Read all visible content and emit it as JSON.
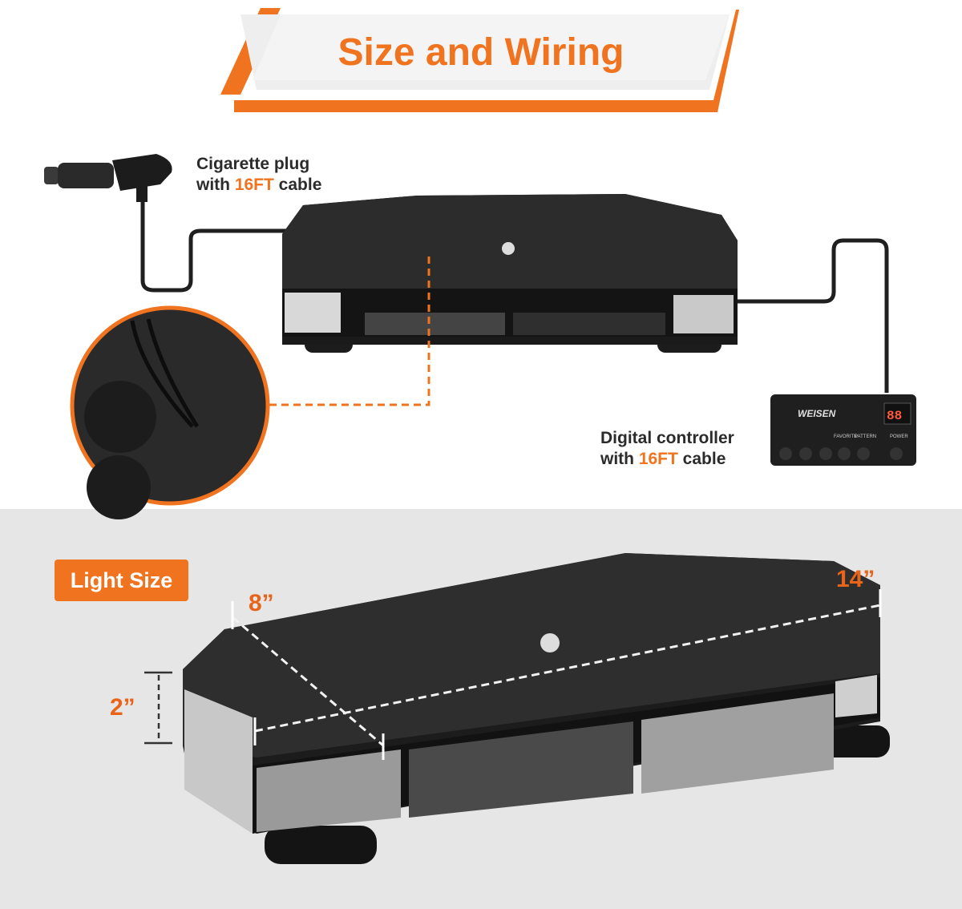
{
  "header": {
    "title": "Size and Wiring"
  },
  "wiring": {
    "plug_label": {
      "line1": "Cigarette plug",
      "prefix": "with ",
      "accent": "16FT",
      "suffix": " cable"
    },
    "controller_label": {
      "line1": "Digital controller",
      "prefix": "with ",
      "accent": "16FT",
      "suffix": " cable"
    },
    "controller": {
      "brand": "WEISEN",
      "display": "88",
      "button_labels": [
        "FAVORITE",
        "PATTERN",
        "POWER"
      ]
    }
  },
  "size": {
    "badge": "Light Size",
    "width_dim": "8”",
    "length_dim": "14”",
    "height_dim": "2”"
  },
  "colors": {
    "accent": "#f0741f",
    "panel_gray": "#e6e6e6",
    "housing": "#1e1e1e"
  }
}
